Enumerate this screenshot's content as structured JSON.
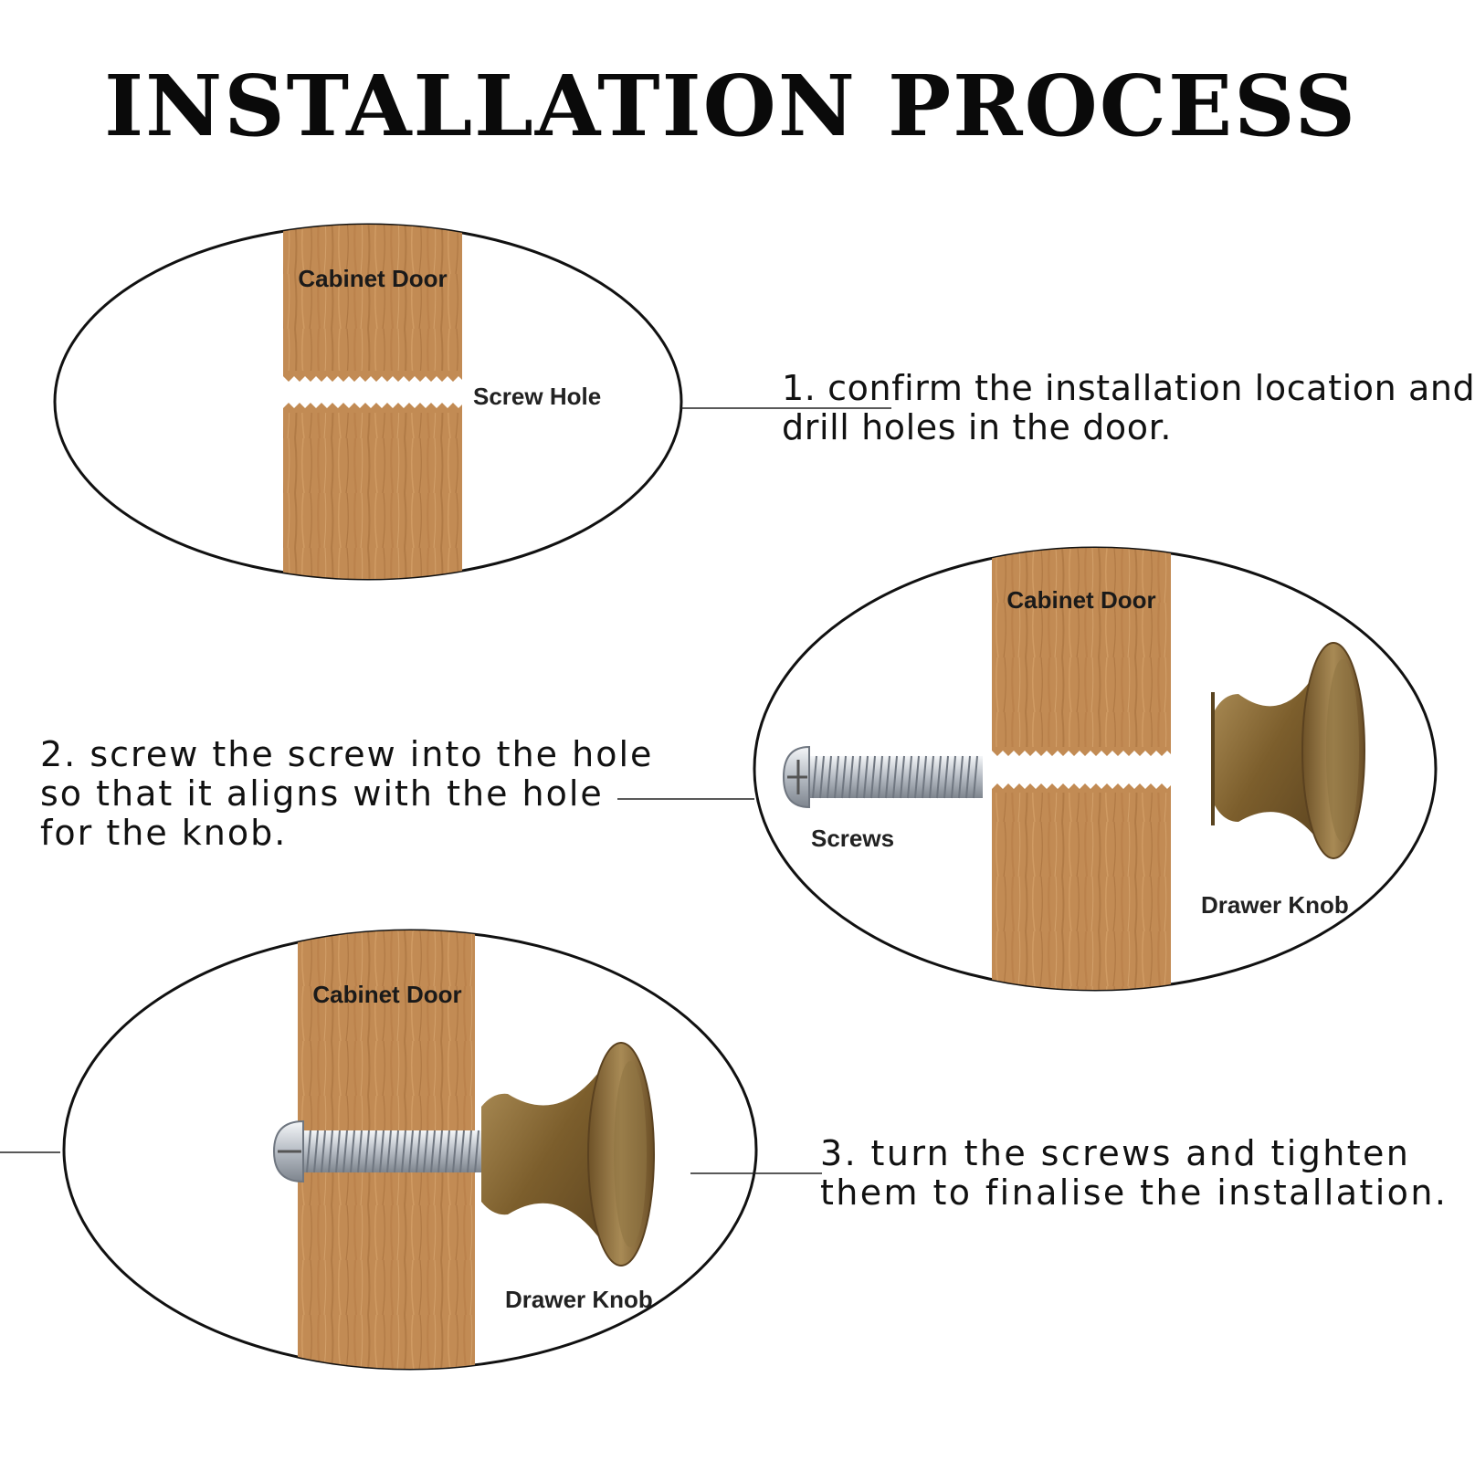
{
  "title": "INSTALLATION PROCESS",
  "steps": [
    {
      "lines": [
        "1. confirm the installation location and",
        "drill holes in the door."
      ]
    },
    {
      "lines": [
        "2. screw the screw into the hole",
        "so that it aligns with the hole",
        "for the knob."
      ]
    },
    {
      "lines": [
        "3. turn the screws and tighten",
        "them to finalise the installation."
      ]
    }
  ],
  "labels": {
    "cabinet_door": "Cabinet Door",
    "screw_hole": "Screw Hole",
    "screws": "Screws",
    "drawer_knob": "Drawer Knob"
  },
  "colors": {
    "wood": "#c08a52",
    "wood_dark": "#9a6634",
    "brass": "#8a6a34",
    "screw": "#c7ccd2",
    "outline": "#111111"
  }
}
